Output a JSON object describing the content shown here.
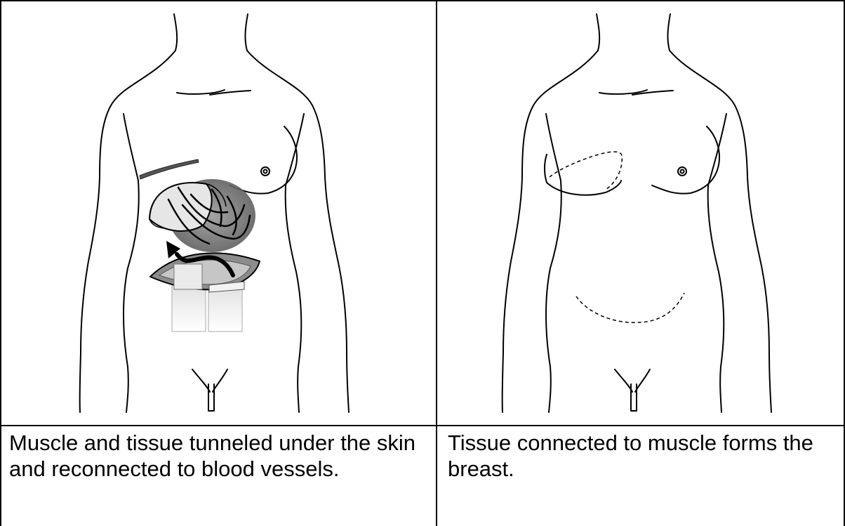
{
  "panels": [
    {
      "illustration": "figure-with-muscle-flap-tunneled-to-chest",
      "caption": "Muscle and tissue tunneled under the skin and reconnected to blood vessels."
    },
    {
      "illustration": "figure-with-reconstructed-breast-and-incision-lines",
      "caption": "Tissue connected to muscle forms the breast."
    }
  ],
  "colors": {
    "line": "#000000",
    "tissue_fill": "#e6e6e6",
    "opening_fill": "#8c8c8c",
    "shadow_fill": "#5a5a5a"
  }
}
